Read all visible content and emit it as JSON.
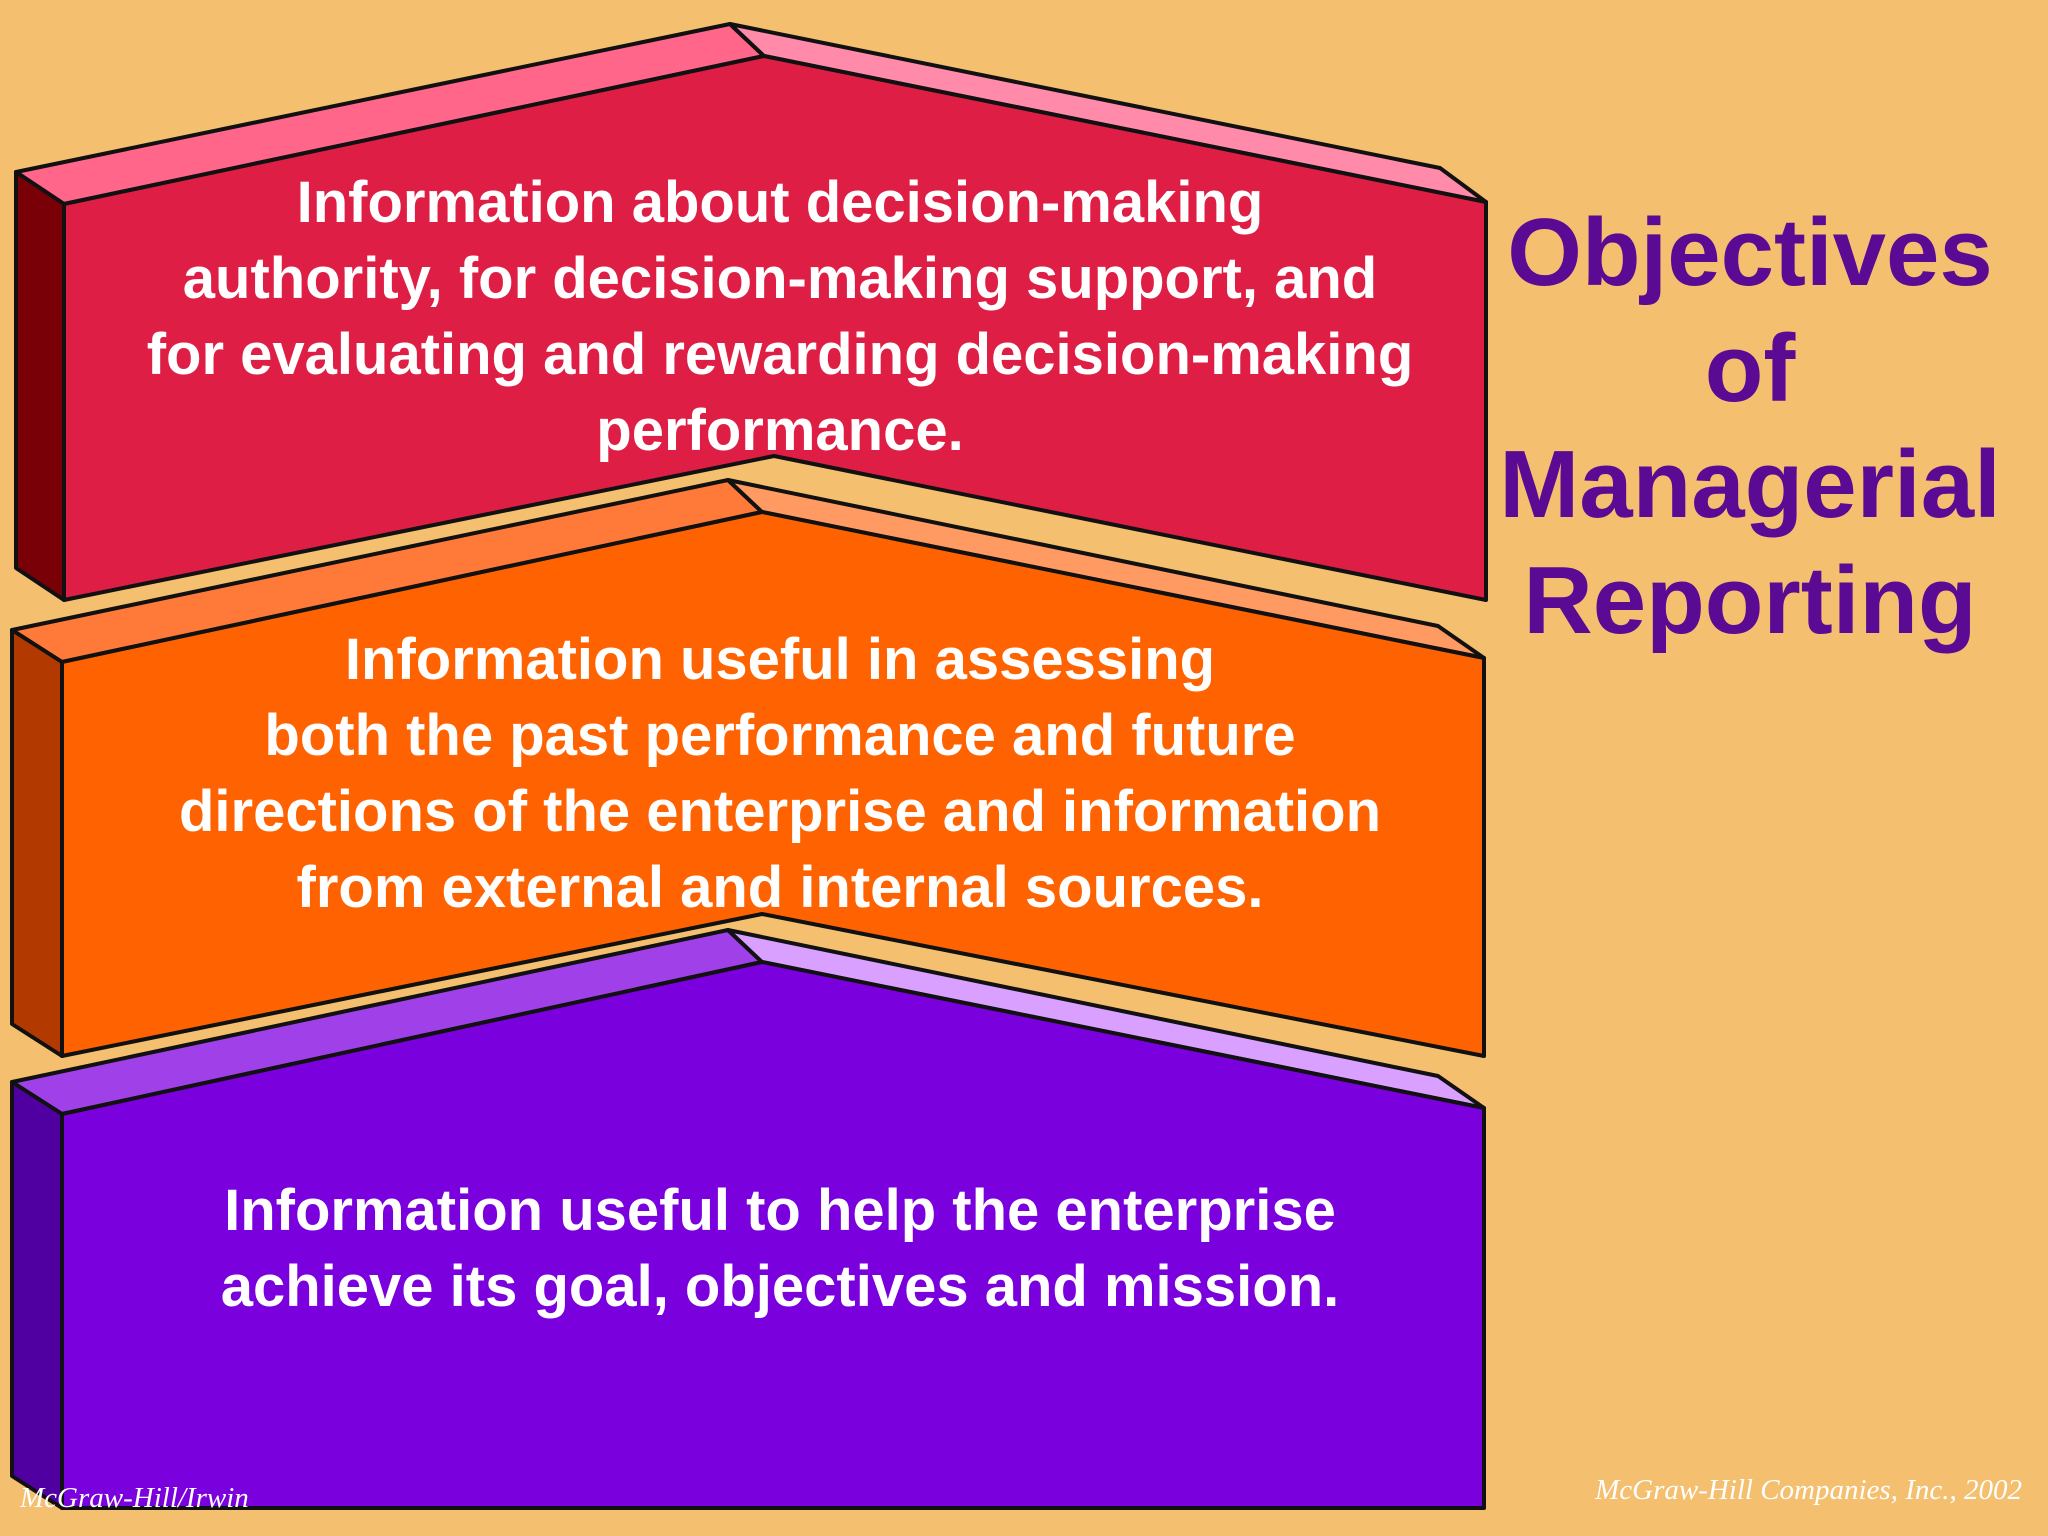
{
  "title": "Objectives\nof\nManagerial\nReporting",
  "blocks": [
    {
      "text": "Information about decision-making\nauthority, for decision-making support, and\nfor evaluating and rewarding decision-making\nperformance.",
      "colors": {
        "front": "#DF1E45",
        "top_left": "#FF6689",
        "top_right": "#FF8AAA",
        "side": "#7A0008"
      }
    },
    {
      "text": "Information useful in assessing\nboth the past performance and future\ndirections of the enterprise and information\nfrom external and internal sources.",
      "colors": {
        "front": "#FF6200",
        "top_left": "#FF7A38",
        "top_right": "#FF9A62",
        "side": "#B23A00"
      }
    },
    {
      "text": "Information useful to help the enterprise\nachieve its goal, objectives and mission.",
      "colors": {
        "front": "#7A00DD",
        "top_left": "#A040E8",
        "top_right": "#D9A0FF",
        "side": "#5000A0"
      }
    }
  ],
  "footer": {
    "left": "McGraw-Hill/Irwin",
    "right": "McGraw-Hill Companies, Inc., 2002"
  },
  "colors": {
    "background": "#F4C070",
    "title": "#5B0A93",
    "outline": "#111111"
  }
}
